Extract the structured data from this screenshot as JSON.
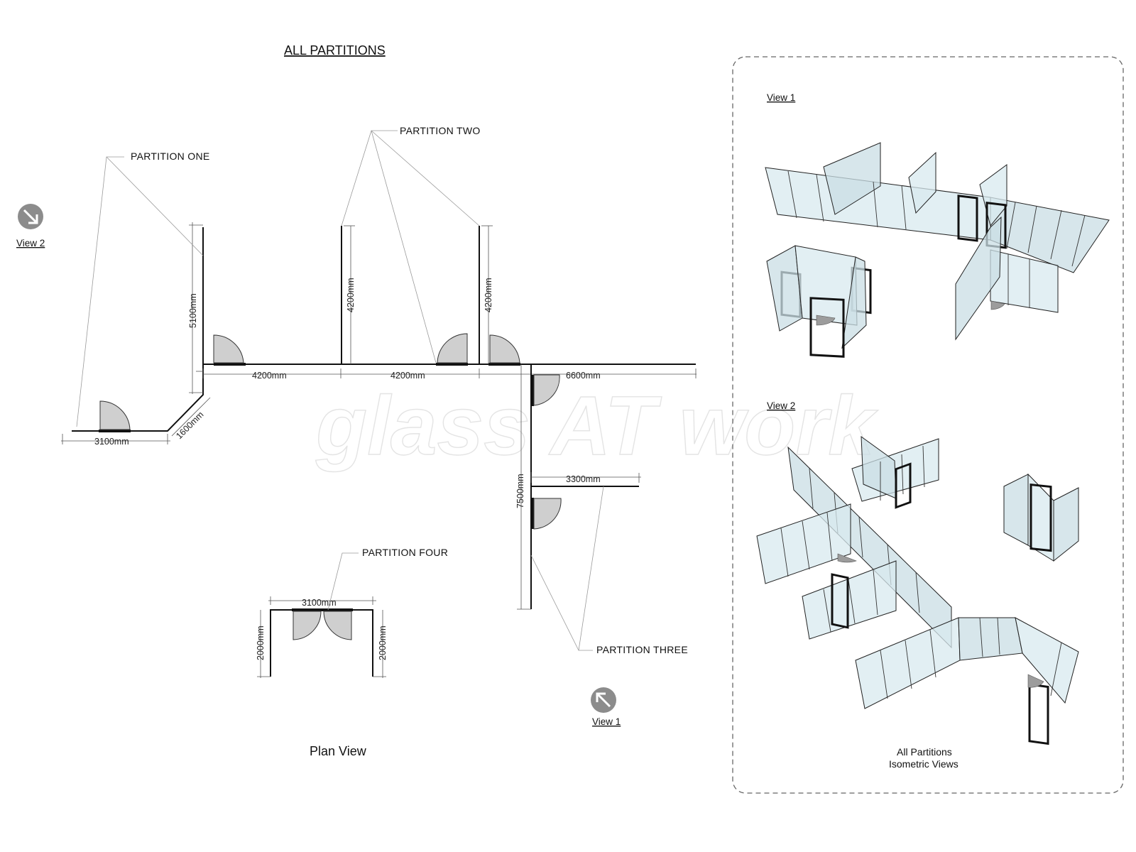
{
  "plan": {
    "title": "ALL PARTITIONS",
    "caption": "Plan View",
    "watermark": "glass AT work",
    "partitions": {
      "one": "PARTITION ONE",
      "two": "PARTITION TWO",
      "three": "PARTITION THREE",
      "four": "PARTITION FOUR"
    },
    "dimensions": {
      "p1_width": "3100mm",
      "p1_angle": "1600mm",
      "p1_height": "5100mm",
      "p2_bay1": "4200mm",
      "p2_bay2": "4200mm",
      "p2_stub_a": "4200mm",
      "p2_stub_b": "4200mm",
      "p3_top": "6600mm",
      "p3_vertical": "7500mm",
      "p3_branch": "3300mm",
      "p4_width": "3100mm",
      "p4_left": "2000mm",
      "p4_right": "2000mm"
    },
    "markers": {
      "view2": "View 2",
      "view1": "View 1"
    }
  },
  "iso": {
    "view1_label": "View 1",
    "view2_label": "View 2",
    "caption_line1": "All Partitions",
    "caption_line2": "Isometric Views"
  },
  "colors": {
    "line": "#111111",
    "glass": "#d8e9ef",
    "door_swing": "#cfcfcf",
    "marker": "#8c8c8c",
    "panel_border": "#666666"
  },
  "icons": {
    "view_marker_down_right": "arrow-down-right-icon",
    "view_marker_up_left": "arrow-up-left-icon"
  }
}
